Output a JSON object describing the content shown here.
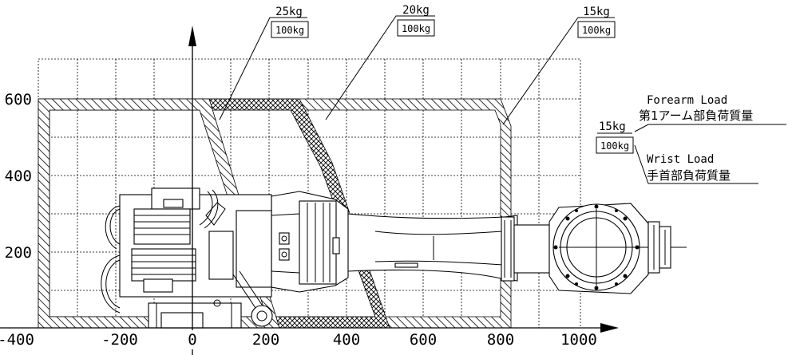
{
  "axis": {
    "x_ticks": [
      "-400",
      "-200",
      "0",
      "200",
      "400",
      "600",
      "800",
      "1000"
    ],
    "y_ticks": [
      "600",
      "400",
      "200"
    ]
  },
  "zones": [
    {
      "forearm_load": "25kg",
      "wrist_load": "100kg"
    },
    {
      "forearm_load": "20kg",
      "wrist_load": "100kg"
    },
    {
      "forearm_load": "15kg",
      "wrist_load": "100kg"
    }
  ],
  "legend": {
    "forearm_load_en": "Forearm Load",
    "forearm_load_ja": "第1アーム部負荷質量",
    "forearm_value": "15kg",
    "wrist_value": "100kg",
    "wrist_load_en": "Wrist Load",
    "wrist_load_ja": "手首部負荷質量"
  }
}
